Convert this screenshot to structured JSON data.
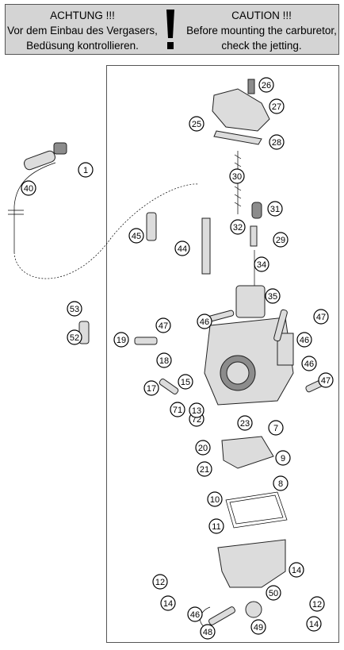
{
  "warning": {
    "de_title": "ACHTUNG !!!",
    "de_line1": "Vor dem Einbau des Vergasers,",
    "de_line2": "Bedüsung kontrollieren.",
    "en_title": "CAUTION !!!",
    "en_line1": "Before mounting the carburetor,",
    "en_line2": "check the jetting."
  },
  "callouts": [
    {
      "id": "c1",
      "label": "1"
    },
    {
      "id": "c40",
      "label": "40"
    },
    {
      "id": "c26",
      "label": "26"
    },
    {
      "id": "c27",
      "label": "27"
    },
    {
      "id": "c25",
      "label": "25"
    },
    {
      "id": "c28",
      "label": "28"
    },
    {
      "id": "c30",
      "label": "30"
    },
    {
      "id": "c31",
      "label": "31"
    },
    {
      "id": "c32",
      "label": "32"
    },
    {
      "id": "c29",
      "label": "29"
    },
    {
      "id": "c34",
      "label": "34"
    },
    {
      "id": "c45",
      "label": "45"
    },
    {
      "id": "c44",
      "label": "44"
    },
    {
      "id": "c35",
      "label": "35"
    },
    {
      "id": "c53",
      "label": "53"
    },
    {
      "id": "c52",
      "label": "52"
    },
    {
      "id": "c47a",
      "label": "47"
    },
    {
      "id": "c46a",
      "label": "46"
    },
    {
      "id": "c47b",
      "label": "47"
    },
    {
      "id": "c46b",
      "label": "46"
    },
    {
      "id": "c19",
      "label": "19"
    },
    {
      "id": "c18",
      "label": "18"
    },
    {
      "id": "c46c",
      "label": "46"
    },
    {
      "id": "c47c",
      "label": "47"
    },
    {
      "id": "c17",
      "label": "17"
    },
    {
      "id": "c15",
      "label": "15"
    },
    {
      "id": "c71",
      "label": "71"
    },
    {
      "id": "c72",
      "label": "72"
    },
    {
      "id": "c13",
      "label": "13"
    },
    {
      "id": "c23",
      "label": "23"
    },
    {
      "id": "c7",
      "label": "7"
    },
    {
      "id": "c20",
      "label": "20"
    },
    {
      "id": "c9",
      "label": "9"
    },
    {
      "id": "c21",
      "label": "21"
    },
    {
      "id": "c8",
      "label": "8"
    },
    {
      "id": "c10",
      "label": "10"
    },
    {
      "id": "c11",
      "label": "11"
    },
    {
      "id": "c12a",
      "label": "12"
    },
    {
      "id": "c14a",
      "label": "14"
    },
    {
      "id": "c14b",
      "label": "14"
    },
    {
      "id": "c50",
      "label": "50"
    },
    {
      "id": "c12b",
      "label": "12"
    },
    {
      "id": "c46d",
      "label": "46"
    },
    {
      "id": "c14c",
      "label": "14"
    },
    {
      "id": "c49",
      "label": "49"
    },
    {
      "id": "c48",
      "label": "48"
    }
  ]
}
